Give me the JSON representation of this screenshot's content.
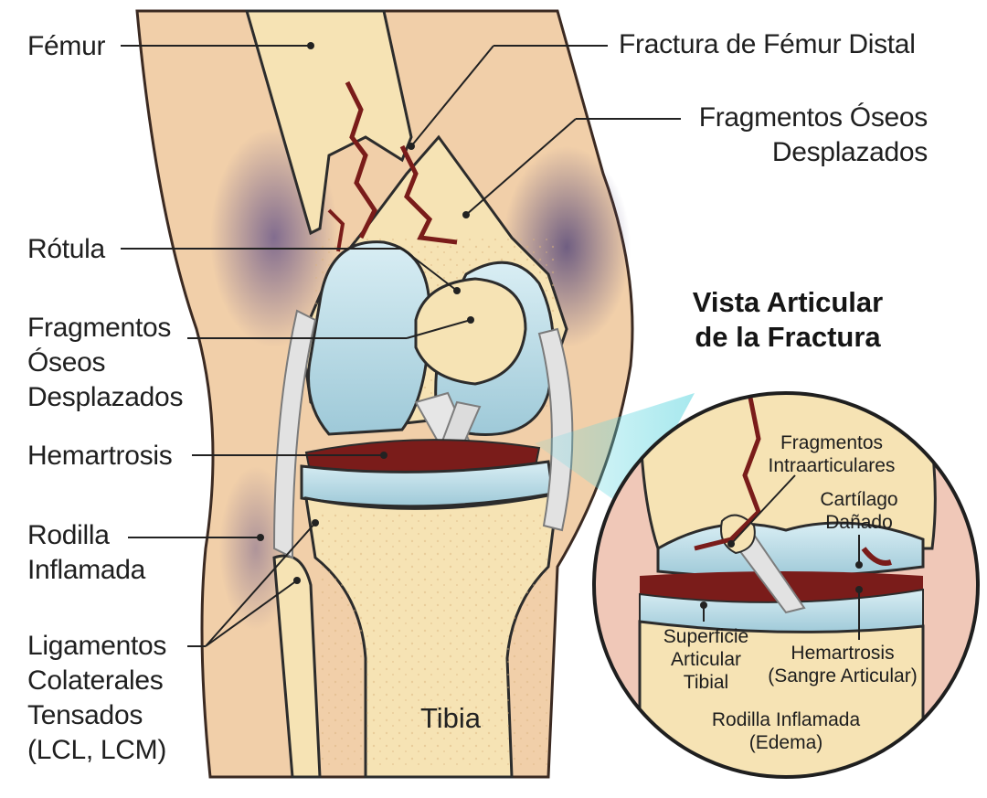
{
  "labels": {
    "femur": "Fémur",
    "rotula": "Rótula",
    "fragmentos_left": [
      "Fragmentos",
      "Óseos",
      "Desplazados"
    ],
    "hemartrosis": "Hemartrosis",
    "rodilla": [
      "Rodilla",
      "Inflamada"
    ],
    "ligamentos": [
      "Ligamentos",
      "Colaterales",
      "Tensados",
      "(LCL, LCM)"
    ],
    "fractura": "Fractura de Fémur Distal",
    "fragmentos_right": [
      "Fragmentos Óseos",
      "Desplazados"
    ],
    "tibia": "Tibia"
  },
  "inset": {
    "title": [
      "Vista Articular",
      "de la Fractura"
    ],
    "fragmentos_intra": [
      "Fragmentos",
      "Intraarticulares"
    ],
    "cartilago": [
      "Cartílago",
      "Dañado"
    ],
    "superficie": [
      "Superficie",
      "Articular",
      "Tibial"
    ],
    "hemartrosis": [
      "Hemartrosis",
      "(Sangre Articular)"
    ],
    "rodilla": [
      "Rodilla Inflamada",
      "(Edema)"
    ]
  },
  "colors": {
    "skin": "#f1cfa9",
    "bone": "#f6e3b4",
    "cartilage": "#b9dbe6",
    "blood": "#7a1c1a",
    "bruise": "#6c5a8a",
    "outline": "#2c2c2c"
  }
}
